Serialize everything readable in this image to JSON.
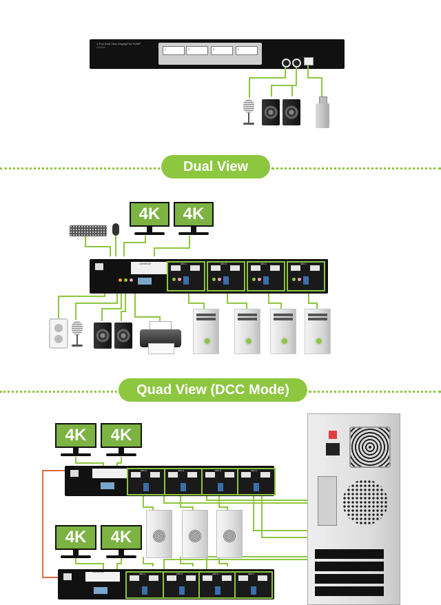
{
  "front_panel": {
    "title": "2-Port Dual View DisplayPort KVMP",
    "model": "CS1944",
    "port_labels": [
      "1",
      "2",
      "3",
      "4"
    ]
  },
  "sections": {
    "dual_view": "Dual View",
    "quad_view": "Quad View (DCC Mode)"
  },
  "monitor_label": "4K",
  "kvm_labels": {
    "console": "CONSOLE",
    "cpu": [
      "CPU 4",
      "CPU 3",
      "CPU 2",
      "CPU 1"
    ]
  },
  "colors": {
    "accent": "#8dc63f",
    "wire": "#8dc63f",
    "text_on_accent": "#ffffff"
  },
  "icons": [
    "microphone-icon",
    "speaker-icon",
    "usb-drive-icon",
    "keyboard-icon",
    "mouse-icon",
    "power-outlet-icon",
    "printer-icon",
    "pc-tower-icon"
  ]
}
